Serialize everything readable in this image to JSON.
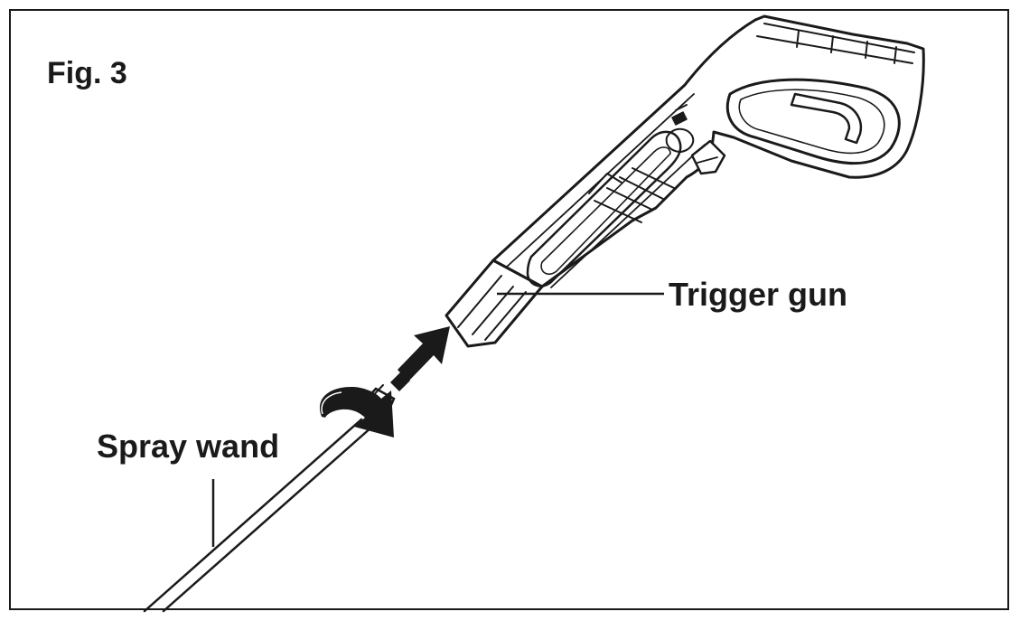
{
  "figure": {
    "label": "Fig. 3"
  },
  "callouts": {
    "trigger_gun": "Trigger gun",
    "spray_wand": "Spray wand"
  },
  "colors": {
    "ink": "#1a1a1a",
    "background": "#ffffff"
  },
  "icons": {
    "rotation": "curved-rotation-arrow-icon",
    "insert": "insert-direction-arrow-icon"
  }
}
